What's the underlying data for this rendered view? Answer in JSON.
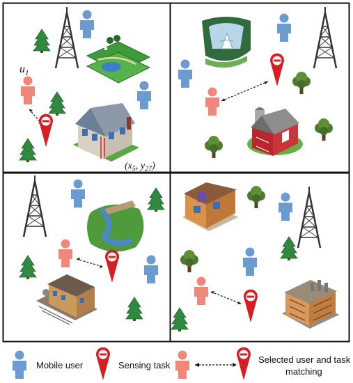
{
  "labels": {
    "user_u1_symbol": "u",
    "user_u1_subscript": "1",
    "coord_open": "(",
    "coord_x": "x",
    "coord_x_sub": "5",
    "coord_sep": ", ",
    "coord_y": "y",
    "coord_y_sub": "27",
    "coord_close": ")"
  },
  "legend": {
    "mobile_user": "Mobile user",
    "sensing_task": "Sensing task",
    "matching_line1": "Selected user and task",
    "matching_line2": "matching"
  },
  "colors": {
    "mobile_user": "#6c9bd2",
    "selected_user": "#f0877a",
    "task_marker": "#d81e25",
    "tree": "#2f8a3f",
    "panel_border": "#111111"
  }
}
